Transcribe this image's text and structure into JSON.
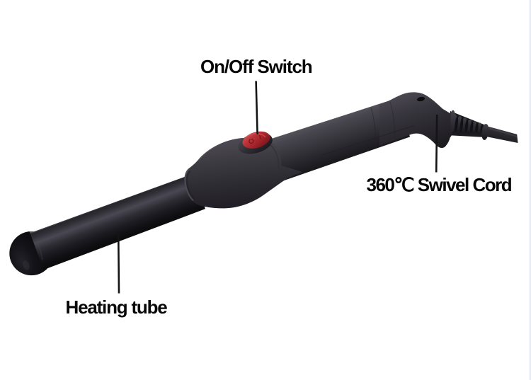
{
  "figure": {
    "type": "annotated product photo",
    "subject": "black hair curling iron wand with red power switch and swivel power cord",
    "background_color": "#ffffff",
    "body_color": "#3a383f",
    "barrel_color": "#17161a",
    "switch_color": "#b7262d",
    "label_color": "#070707",
    "leader_line_color": "#141414"
  },
  "annotations": {
    "switch": {
      "label": "On/Off Switch"
    },
    "cord": {
      "label": "360℃ Swivel Cord"
    },
    "tube": {
      "label": "Heating tube"
    }
  },
  "switch_markings": {
    "off": "O",
    "on": "I"
  }
}
